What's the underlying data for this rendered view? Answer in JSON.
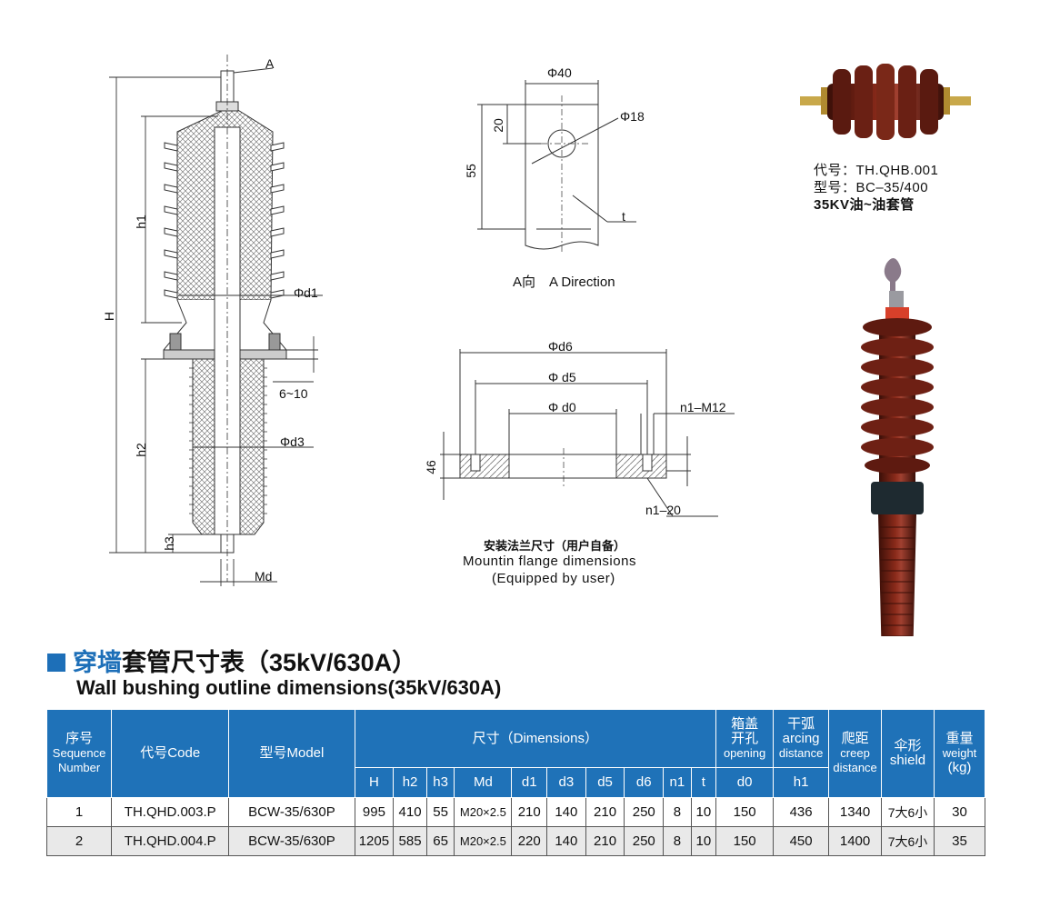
{
  "drawing": {
    "label_A": "A",
    "label_H": "H",
    "label_h1": "h1",
    "label_h2": "h2",
    "label_h3": "h3",
    "label_phi_d1": "Φd1",
    "label_6_10": "6~10",
    "label_phi_d3": "Φd3",
    "label_Md": "Md"
  },
  "a_view": {
    "phi40": "Φ40",
    "phi18": "Φ18",
    "dim20": "20",
    "dim55": "55",
    "t": "t",
    "caption": "A向　A Direction"
  },
  "flange": {
    "phi_d6": "Φd6",
    "phi_d5": "Φ d5",
    "phi_d0": "Φ d0",
    "n1_m12": "n1–M12",
    "dim46": "46",
    "n1_20": "n1–20",
    "caption_cn": "安装法兰尺寸（用户自备）",
    "caption_en1": "Mountin flange dimensions",
    "caption_en2": "(Equipped by user)"
  },
  "photo": {
    "code_line": "代号：TH.QHB.001",
    "model_line": "型号：BC–35/400",
    "desc_line": "35KV油~油套管"
  },
  "heading": {
    "blue_part": "穿墙",
    "rest": "套管尺寸表（35kV/630A）",
    "english": "Wall bushing outline dimensions(35kV/630A)"
  },
  "table": {
    "h_seq_cn": "序号",
    "h_seq_en1": "Sequence",
    "h_seq_en2": "Number",
    "h_code": "代号Code",
    "h_model": "型号Model",
    "h_dims": "尺寸（Dimensions）",
    "h_box_cn1": "箱盖",
    "h_box_cn2": "开孔",
    "h_box_en": "opening",
    "h_arc_cn": "干弧",
    "h_arc_en1": "arcing",
    "h_arc_en2": "distance",
    "h_creep_cn": "爬距",
    "h_creep_en1": "creep",
    "h_creep_en2": "distance",
    "h_shield_cn": "伞形",
    "h_shield_en": "shield",
    "h_weight_cn": "重量",
    "h_weight_en": "weight",
    "h_weight_unit": "(kg)",
    "sub": [
      "H",
      "h2",
      "h3",
      "Md",
      "d1",
      "d3",
      "d5",
      "d6",
      "n1",
      "t",
      "d0",
      "h1"
    ],
    "rows": [
      [
        "1",
        "TH.QHD.003.P",
        "BCW-35/630P",
        "995",
        "410",
        "55",
        "M20×2.5",
        "210",
        "140",
        "210",
        "250",
        "8",
        "10",
        "150",
        "436",
        "1340",
        "7大6小",
        "30"
      ],
      [
        "2",
        "TH.QHD.004.P",
        "BCW-35/630P",
        "1205",
        "585",
        "65",
        "M20×2.5",
        "220",
        "140",
        "210",
        "250",
        "8",
        "10",
        "150",
        "450",
        "1400",
        "7大6小",
        "35"
      ]
    ]
  }
}
